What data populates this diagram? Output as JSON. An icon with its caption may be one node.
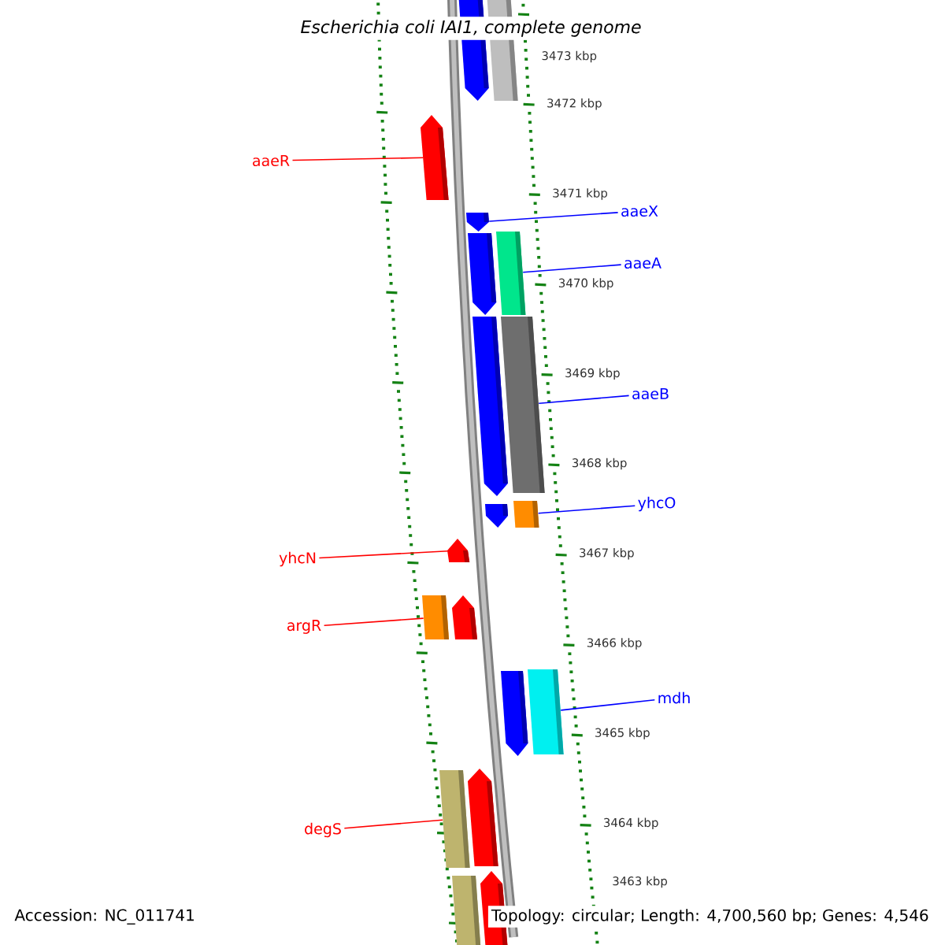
{
  "diagram": {
    "title": "Escherichia coli IAI1, complete genome",
    "nodes": [
      {
        "text": [
          "aaeR"
        ]
      },
      {
        "text": [
          "aaeX"
        ]
      },
      {
        "text": [
          "aaeA"
        ]
      },
      {
        "text": [
          "aaeB"
        ]
      },
      {
        "text": [
          "yhcO"
        ]
      },
      {
        "text": [
          "yhcN"
        ]
      },
      {
        "text": [
          "argR"
        ]
      },
      {
        "text": [
          "mdh"
        ]
      },
      {
        "text": [
          "degS"
        ]
      },
      {
        "text": [],
        "shape": "arrow"
      },
      {
        "text": [],
        "shape": "bar"
      },
      {
        "text": [],
        "shape": "arrow"
      },
      {
        "text": [],
        "shape": "arrow"
      },
      {
        "text": [],
        "shape": "arrow"
      },
      {
        "text": [],
        "shape": "bar"
      },
      {
        "text": [],
        "shape": "arrow"
      },
      {
        "text": [],
        "shape": "bar"
      },
      {
        "text": [],
        "shape": "arrow"
      },
      {
        "text": [],
        "shape": "bar"
      },
      {
        "text": [],
        "shape": "arrow"
      },
      {
        "text": [],
        "shape": "bar"
      },
      {
        "text": [],
        "shape": "arrow"
      },
      {
        "text": [],
        "shape": "arrow"
      },
      {
        "text": [],
        "shape": "bar"
      },
      {
        "text": [],
        "shape": "bar"
      },
      {
        "text": [],
        "shape": "arrow"
      },
      {
        "text": [],
        "shape": "bar"
      },
      {
        "text": [],
        "shape": "arrow"
      }
    ],
    "edges": [
      {
        "from": 0,
        "to": 11,
        "arrow": "none",
        "color": "#ff0000"
      },
      {
        "from": 1,
        "to": 12,
        "arrow": "none"
      },
      {
        "from": 2,
        "to": 14,
        "arrow": "none"
      },
      {
        "from": 3,
        "to": 16,
        "arrow": "none"
      },
      {
        "from": 4,
        "to": 18,
        "arrow": "none"
      },
      {
        "from": 5,
        "to": 19,
        "arrow": "none",
        "color": "#ff0000"
      },
      {
        "from": 6,
        "to": 20,
        "arrow": "none",
        "color": "#ff0000"
      },
      {
        "from": 7,
        "to": 23,
        "arrow": "none"
      },
      {
        "from": 8,
        "to": 24,
        "arrow": "none",
        "color": "#ff0000"
      }
    ],
    "labels": [
      "3473 kbp",
      "3472 kbp",
      "3471 kbp",
      "3470 kbp",
      "3469 kbp",
      "3468 kbp",
      "3467 kbp",
      "3466 kbp",
      "3465 kbp",
      "3464 kbp",
      "3463 kbp",
      "Accession: NC_011741",
      "Topology: circular; Length: 4,700,560 bp; Genes: 4,546"
    ]
  }
}
